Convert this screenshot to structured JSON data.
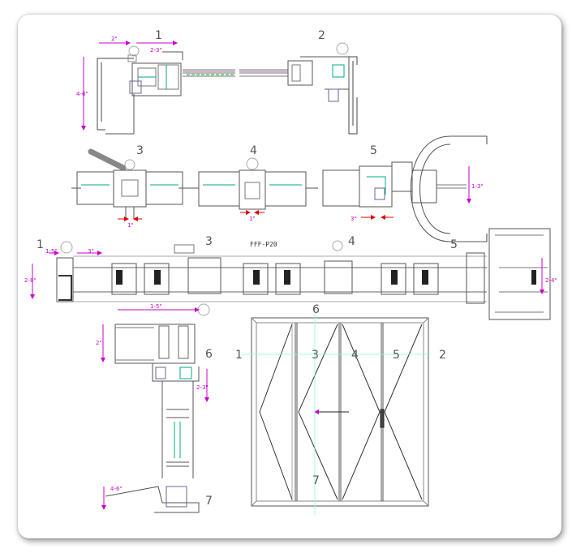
{
  "details": {
    "top": [
      {
        "id": "d1",
        "label": "1",
        "dims": [
          "2\"",
          "2-3\"",
          "4-6\""
        ]
      },
      {
        "id": "d2",
        "label": "2"
      }
    ],
    "middle": [
      {
        "id": "d3",
        "label": "3",
        "dims": [
          "1\""
        ]
      },
      {
        "id": "d4",
        "label": "4",
        "dims": [
          "1\""
        ]
      },
      {
        "id": "d5",
        "label": "5",
        "dims": [
          "1-3\"",
          "3\""
        ]
      }
    ],
    "section_row": {
      "labels": [
        "1",
        "3",
        "4",
        "5"
      ],
      "tag": "FFF-P20",
      "dims": [
        "1-5\"",
        "3\"",
        "2-8\"",
        "2-4\""
      ]
    },
    "vertical": {
      "labels": [
        "6",
        "7"
      ],
      "dims": [
        "1-5\"",
        "2\"",
        "2-3\"",
        "4-6\""
      ]
    }
  },
  "elevation": {
    "marks": [
      "1",
      "3",
      "4",
      "5",
      "2",
      "6",
      "7"
    ]
  }
}
